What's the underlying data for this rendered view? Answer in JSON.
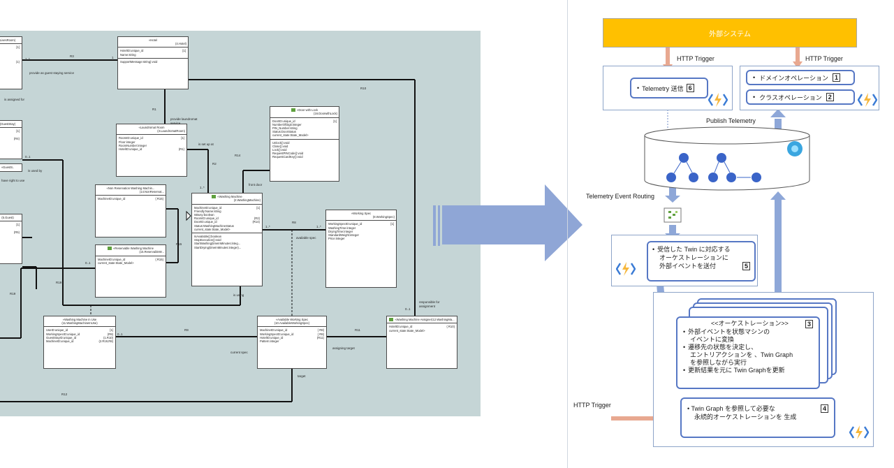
{
  "uml": {
    "classes": {
      "livesroom": {
        "header": "LivesRoom)",
        "rows": [
          "",
          "",
          "",
          "",
          "(1)"
        ]
      },
      "hotel": {
        "stereo": "«Hotel",
        "id": "(4.Hotel)",
        "attrs": [
          [
            "HotelID:unique_id",
            "[1]"
          ],
          [
            "Name:string",
            ""
          ]
        ],
        "ops": [
          "SupportMessage:string):void"
        ]
      },
      "laundromat": {
        "stereo": "«Laundromat Room",
        "id": "(3.LaundromatRoom)",
        "attrs": [
          [
            "RoomID:unique_id",
            "[1]"
          ],
          [
            "Floor:integer",
            ""
          ],
          [
            "RoomNumber:integer",
            ""
          ],
          [
            "HotelID:unique_id",
            "(R1)"
          ]
        ]
      },
      "door": {
        "stereo": "«Door with Lock",
        "id": "(16.DoorwithLock)",
        "attrs": [
          [
            "DoorID:unique_id",
            "[1]"
          ],
          [
            "NumberOfDigit:integer",
            ""
          ],
          [
            "PIN_Number:string",
            ""
          ],
          [
            "Status:DoorStatus",
            ""
          ],
          [
            "current_state:State_Model>",
            ""
          ]
        ],
        "ops": [
          "Unlock():void",
          "Close():void",
          "Lock():void",
          "RequestPINCode():void",
          "RequestCardKey():void"
        ]
      },
      "guest_stay": {
        "header": "(GuestStay)",
        "rows": [
          "[1]",
          "",
          "(R4)"
        ]
      },
      "guest_s": {
        "header": "«GuestS..",
        "rows": []
      },
      "guest": {
        "header": "(5.Guest)",
        "rows": [
          "[1]",
          "",
          "(R5)"
        ]
      },
      "nonres": {
        "stereo": "«Non Reservation Washing Machin...",
        "id": "(14.NonReservat...",
        "attrs": [
          [
            "MachineID:unique_id",
            "{ R15}"
          ]
        ]
      },
      "resv": {
        "stereo": "«Reservable Washing Machine",
        "id": "(15.ReservableW...",
        "attrs": [
          [
            "MachineID:unique_id",
            "{ R15}"
          ],
          [
            "current_state:State_Model>",
            ""
          ]
        ]
      },
      "washing": {
        "stereo": "«Washing Machine",
        "id": "(2.WashingMachine)",
        "attrs": [
          [
            "MachineID:unique_id",
            "[1]"
          ],
          [
            "Friendly:Name:string",
            ""
          ],
          [
            "IsBusy:boolean",
            ""
          ],
          [
            "RoomID:unique_id",
            "(R2)"
          ],
          [
            "DoorID:unique_id",
            "(R14)"
          ],
          [
            "Status:WashingMachineStatus",
            ""
          ],
          [
            "current_state:State_Model>",
            ""
          ]
        ],
        "ops": [
          "IsAvailable():boolean",
          "StopExecution():void",
          "StartWashing(timeInMinutes:integ...",
          "StartDrying(timeInMinutes:integer)..."
        ]
      },
      "spec": {
        "stereo": "«Working Spec",
        "id": "(8.WorkingSpec)",
        "attrs": [
          [
            "WorkingSpecID:unique_id",
            "[1]"
          ],
          [
            "WashingTime:integer",
            ""
          ],
          [
            "DryingTime:integer",
            ""
          ],
          [
            "StandardWeight:integer",
            ""
          ],
          [
            "Price:integer",
            ""
          ]
        ]
      },
      "inuse": {
        "stereo": "«Washing Machine in Use",
        "id": "(11.WashingMachineInUse)",
        "attrs": [
          [
            "UseID:unique_id",
            "[1]"
          ],
          [
            "WorkingSpecID:unique_id",
            "(R9)"
          ],
          [
            "GuestStayID:unique_id",
            "(1.R10)"
          ],
          [
            "MachineID:unique_id",
            "(2.R19,R8)"
          ]
        ]
      },
      "avail": {
        "stereo": "«Available Working Spec",
        "id": "(10.AvailableWorkingSpec)",
        "attrs": [
          [
            "MachineID:unique_id",
            "{ R8}"
          ],
          [
            "WorkingSpecID:unique_id",
            "{ R8}"
          ],
          [
            "HotelID:unique_id",
            "(R11)"
          ],
          [
            "Pattern:integer",
            ""
          ]
        ]
      },
      "assigner": {
        "stereo": "«Washing Machine Assigner",
        "id": "(12.WashingMa...",
        "attrs": [
          [
            "HotelID:unique_id",
            "{ R10}"
          ],
          [
            "current_state:State_Model>",
            ""
          ]
        ]
      }
    },
    "labels": {
      "r3": "R3",
      "one_a": "1",
      "one_star_a": "1..*",
      "provide_guest": "provide as guest staying service",
      "assigned_for": "is assigned for",
      "r1": "R1",
      "provide_laundromat": "provide laundromat",
      "service": "service",
      "is_set_up_at": "is set up at",
      "r2": "R2",
      "r14": "R14",
      "front_door": "front door",
      "one_star_b": "1..*",
      "r10": "R10",
      "zero_one_a": "0..1",
      "is_used_by": "is used by",
      "right_to_use": "have right to use",
      "r8": "R8",
      "available_spec": "available spec",
      "one_star_c": "1..*",
      "r15": "R15",
      "r19": "R19",
      "r19b": "R19",
      "is_using": "is using",
      "r9": "R9",
      "r11": "R11",
      "current_spec": "current spec",
      "assigning_target": "assigning target",
      "r12": "R12",
      "target": "target",
      "responsible": "responsible for",
      "assignment": "assignment",
      "zero_one_b": "0..1",
      "zero_one_c": "0..1",
      "zero_one_d": "0..1",
      "one_star_d": "1..*"
    }
  },
  "arch": {
    "external": "外部システム",
    "http_trigger_1": "HTTP Trigger",
    "http_trigger_2": "HTTP Trigger",
    "http_trigger_3": "HTTP Trigger",
    "telemetry_send": "Telemetry 送信",
    "num6": "6",
    "domain_op": "ドメインオペレーション",
    "num1": "1",
    "class_op": "クラスオペレーション",
    "num2": "2",
    "publish_telemetry": "Publish Telemetry",
    "telemetry_routing": "Telemetry Event Routing",
    "recv_line1": "受信した Twin に対応する",
    "recv_line2": "オーケストレーションに",
    "recv_line3": "外部イベントを送付",
    "num5": "5",
    "orch_title": "<<オーケストレーション>>",
    "num3": "3",
    "orch_b1a": "外部イベントを状態マシンの",
    "orch_b1b": "イベントに変換",
    "orch_b2a": "遷移先の状態を決定し、",
    "orch_b2b": "エントリアクションを 、Twin Graph",
    "orch_b2c": "を参照しながら実行",
    "orch_b3": "更新結果を元に Twin Graphを更新",
    "num4": "4",
    "gen_line1": "Twin Graph を参照して必要な",
    "gen_line2": "永続的オーケストレーションを 生成",
    "colors": {
      "external_bg": "#ffc000",
      "pill_border": "#5677c4",
      "node": "#3a64c8",
      "arrow_blue": "#8ea7d8",
      "arrow_salmon": "#e8a890",
      "func_bolt": "#f6b73c"
    }
  },
  "icons": [
    "azure-function-icon",
    "digital-twins-icon",
    "event-grid-icon",
    "big-arrow-icon"
  ]
}
